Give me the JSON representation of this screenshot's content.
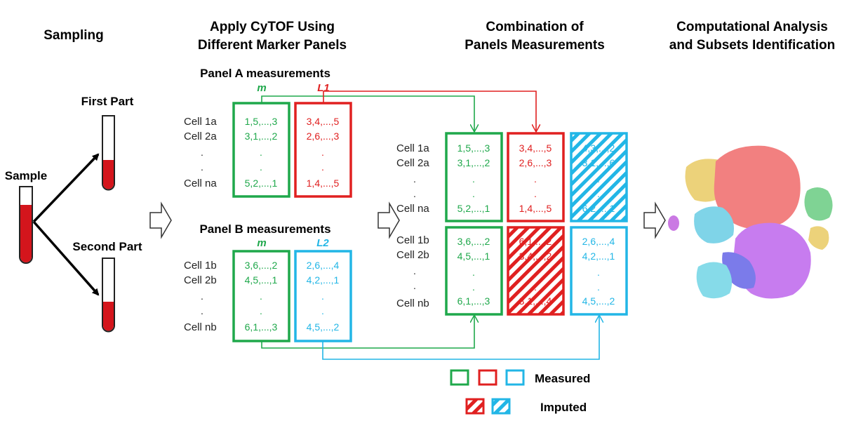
{
  "stages": {
    "sampling": "Sampling",
    "apply_line1": "Apply CyTOF Using",
    "apply_line2": "Different Marker Panels",
    "combination_line1": "Combination of",
    "combination_line2": "Panels Measurements",
    "analysis_line1": "Computational Analysis",
    "analysis_line2": "and Subsets Identification"
  },
  "sampling": {
    "sample": "Sample",
    "first_part": "First Part",
    "second_part": "Second Part"
  },
  "panel_a": {
    "title": "Panel A measurements",
    "m": "m",
    "l": "L1",
    "rows": [
      "Cell 1a",
      "Cell 2a",
      ".",
      ".",
      "Cell na"
    ],
    "m_values": [
      "1,5,...,3",
      "3,1,...,2",
      ".",
      ".",
      "5,2,...,1"
    ],
    "l_values": [
      "3,4,...,5",
      "2,6,...,3",
      ".",
      ".",
      "1,4,...,5"
    ]
  },
  "panel_b": {
    "title": "Panel B measurements",
    "m": "m",
    "l": "L2",
    "rows": [
      "Cell 1b",
      "Cell 2b",
      ".",
      ".",
      "Cell nb"
    ],
    "m_values": [
      "3,6,...,2",
      "4,5,...,1",
      ".",
      ".",
      "6,1,...,3"
    ],
    "l_values": [
      "2,6,...,4",
      "4,2,...,1",
      ".",
      ".",
      "4,5,...,2"
    ]
  },
  "combined": {
    "rows_top": [
      "Cell 1a",
      "Cell 2a",
      ".",
      ".",
      "Cell na"
    ],
    "rows_bottom": [
      "Cell 1b",
      "Cell 2b",
      ".",
      ".",
      "Cell nb"
    ],
    "green_top": [
      "1,5,...,3",
      "3,1,...,2",
      ".",
      ".",
      "5,2,...,1"
    ],
    "red_top": [
      "3,4,...,5",
      "2,6,...,3",
      ".",
      ".",
      "1,4,...,5"
    ],
    "cyan_top_imputed": [
      "4,3,...,2",
      "3,1,...,6",
      ".",
      ".",
      "6,2,...,1"
    ],
    "green_bottom": [
      "3,6,...,2",
      "4,5,...,1",
      ".",
      ".",
      "6,1,...,3"
    ],
    "red_bottom_imputed": [
      "6,1,...,2",
      "3,4,...,2",
      ".",
      ".",
      "3,1,...,4"
    ],
    "cyan_bottom": [
      "2,6,...,4",
      "4,2,...,1",
      ".",
      ".",
      "4,5,...,2"
    ]
  },
  "legend": {
    "measured": "Measured",
    "imputed": "Imputed"
  },
  "colors": {
    "green": "#1fa84b",
    "red": "#e02020",
    "cyan": "#22b6e6",
    "blood": "#d4151c"
  },
  "clusters_icon": "tsne-cluster-map"
}
